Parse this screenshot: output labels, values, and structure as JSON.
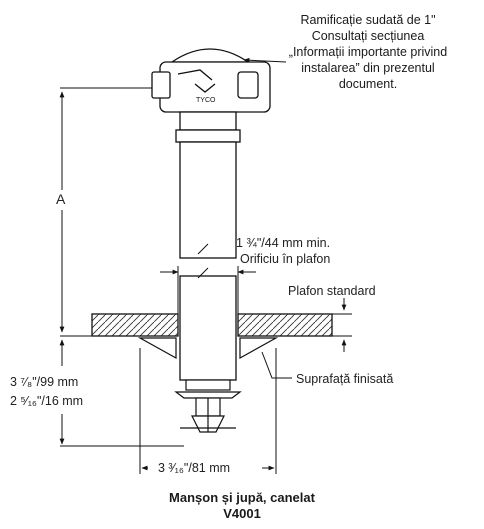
{
  "note": {
    "lines": [
      "Ramificație sudată de 1\"",
      "Consultați secțiunea",
      "„Informații importante privind",
      "instalarea” din prezentul",
      "document."
    ]
  },
  "labels": {
    "dimension_a": "A",
    "hole_size": "1 ¾\"/44 mm min.",
    "hole_text": "Orificiu în plafon",
    "standard_ceiling": "Plafon standard",
    "finished_surface": "Suprafață finisată",
    "dim_left_1": "3 ⁷⁄₈\"/99 mm",
    "dim_left_2": "2 ⁵⁄₁₆\"/16 mm",
    "dim_width": "3 ³⁄₁₆\"/81 mm"
  },
  "caption": {
    "line1": "Manșon și jupă, canelat",
    "line2": "V4001"
  }
}
